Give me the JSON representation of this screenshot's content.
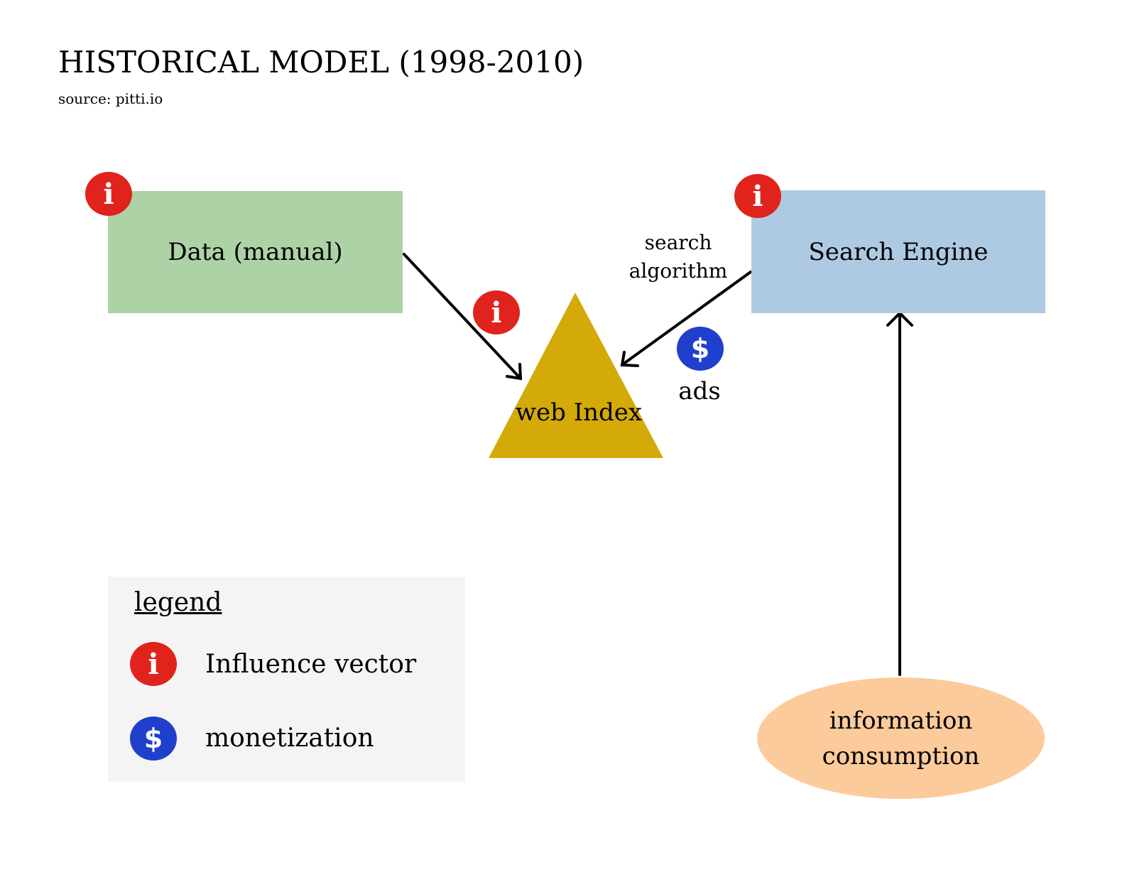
{
  "title": "HISTORICAL MODEL (1998-2010)",
  "subtitle": "source: pitti.io",
  "nodes": {
    "data_manual": "Data (manual)",
    "search_engine": "Search Engine",
    "web_index": "web Index",
    "information_consumption_line1": "information",
    "information_consumption_line2": "consumption"
  },
  "edge_labels": {
    "search_algorithm_line1": "search",
    "search_algorithm_line2": "algorithm",
    "ads": "ads"
  },
  "badges": {
    "influence_glyph": "i",
    "money_glyph": "$"
  },
  "legend": {
    "title": "legend",
    "influence_label": "Influence vector",
    "monetization_label": "monetization"
  },
  "colors": {
    "data_box": "#acd2a5",
    "search_box": "#aecae3",
    "triangle": "#d4aa08",
    "ellipse": "#fccb9c",
    "influence_badge": "#e0231d",
    "money_badge": "#1f3fcc",
    "legend_bg": "#f4f4f4"
  }
}
